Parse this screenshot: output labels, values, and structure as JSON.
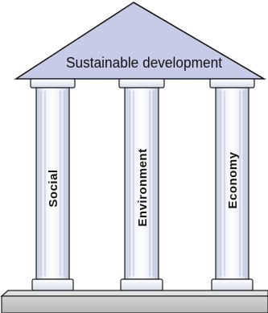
{
  "diagram": {
    "roof": {
      "label": "Sustainable development",
      "fill_color": "#c6cbe8",
      "stroke_color": "#1a1a1a"
    },
    "pillars": [
      {
        "label": "Social"
      },
      {
        "label": "Environment"
      },
      {
        "label": "Economy"
      }
    ],
    "colors": {
      "pillar_light": "#f4f6fb",
      "pillar_shade": "#c9cfe3",
      "outline": "#1a1a1a",
      "base_fill": "#c8c8c8"
    }
  }
}
